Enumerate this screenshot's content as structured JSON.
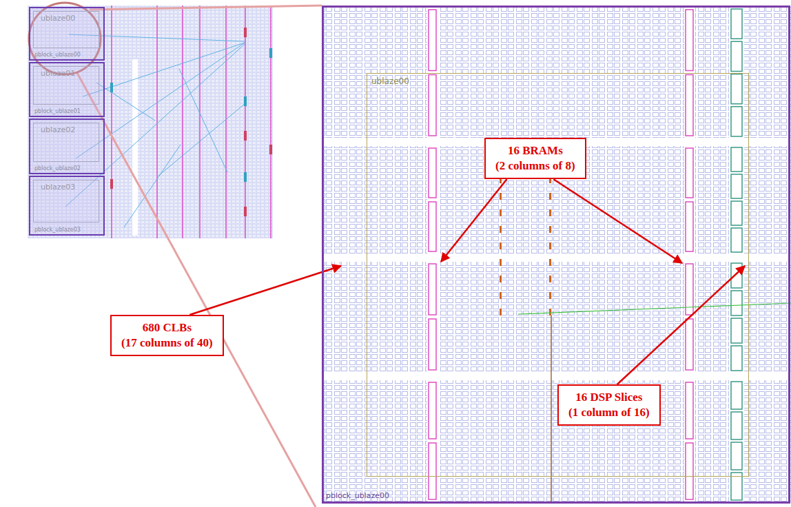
{
  "diagram": {
    "nodes": [
      {
        "text": [
          "pblock_ublaze00"
        ]
      },
      {
        "text": [
          "ublaze00"
        ],
        "in": 0
      },
      {
        "text": [
          "pblock_ublaze01"
        ]
      },
      {
        "text": [
          "ublaze01"
        ],
        "in": 2
      },
      {
        "text": [
          "pblock_ublaze02"
        ]
      },
      {
        "text": [
          "ublaze02"
        ],
        "in": 4
      },
      {
        "text": [
          "pblock_ublaze03"
        ]
      },
      {
        "text": [
          "ublaze03"
        ],
        "in": 6
      },
      {
        "text": [
          "pblock_ublaze00"
        ]
      },
      {
        "text": [
          "ublaze00"
        ],
        "in": 8
      },
      {
        "text": [
          "16 BRAMs",
          "(2 columns of 8)"
        ]
      },
      {
        "text": [
          "680 CLBs",
          "(17 columns of 40)"
        ]
      },
      {
        "text": [
          "16 DSP Slices",
          "(1 column of 16)"
        ]
      }
    ]
  }
}
